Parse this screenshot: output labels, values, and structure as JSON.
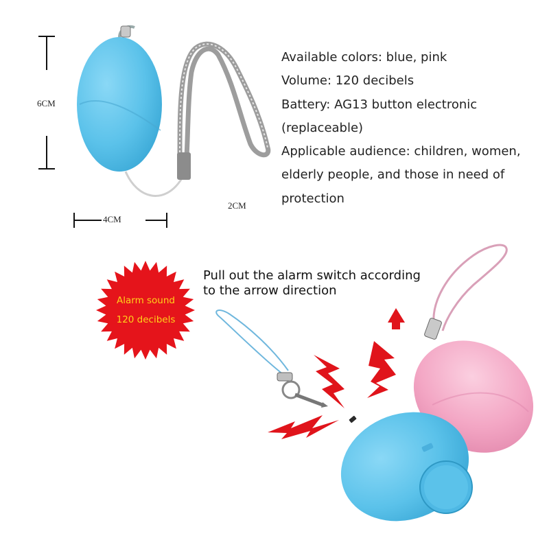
{
  "dimensions": {
    "height_label": "6CM",
    "width_label": "4CM",
    "depth_label": "2CM"
  },
  "specs": [
    "Available colors: blue, pink",
    "Volume: 120 decibels",
    "Battery: AG13 button electronic",
    "(replaceable)",
    "Applicable audience: children, women,",
    "elderly people, and those in need of",
    "protection"
  ],
  "burst": {
    "line1": "Alarm sound",
    "line2": "120 decibels"
  },
  "instruction": [
    "Pull out the alarm switch according",
    "to the arrow direction"
  ],
  "colors": {
    "blue_device": "#5bc2ea",
    "pink_device": "#f3a6c4",
    "burst_red": "#e5141b",
    "lightning_red": "#e0141b"
  }
}
